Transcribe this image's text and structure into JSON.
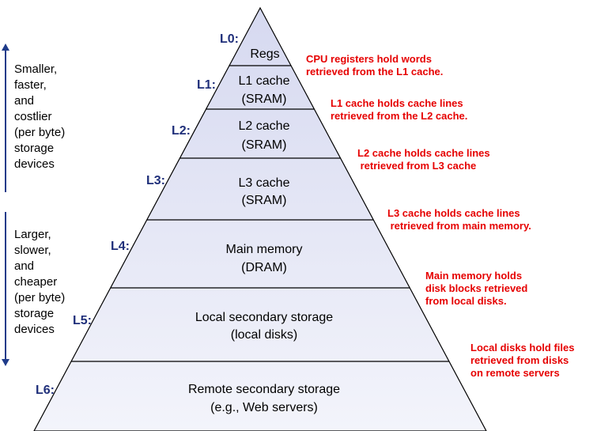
{
  "levels": [
    {
      "label": "L0:",
      "name": "Regs",
      "tech": ""
    },
    {
      "label": "L1:",
      "name": "L1 cache",
      "tech": "(SRAM)"
    },
    {
      "label": "L2:",
      "name": "L2 cache",
      "tech": "(SRAM)"
    },
    {
      "label": "L3:",
      "name": "L3 cache",
      "tech": "(SRAM)"
    },
    {
      "label": "L4:",
      "name": "Main memory",
      "tech": "(DRAM)"
    },
    {
      "label": "L5:",
      "name": "Local secondary storage",
      "tech": "(local disks)"
    },
    {
      "label": "L6:",
      "name": "Remote secondary storage",
      "tech": "(e.g., Web servers)"
    }
  ],
  "notes": [
    {
      "text": "CPU registers hold words\nretrieved from the L1 cache."
    },
    {
      "text": "L1 cache holds cache lines\nretrieved from the L2 cache."
    },
    {
      "text": "L2 cache holds cache lines\n retrieved from L3 cache"
    },
    {
      "text": "L3 cache holds cache lines\n retrieved from main memory."
    },
    {
      "text": "Main memory holds\ndisk blocks retrieved\nfrom local disks."
    },
    {
      "text": "Local disks hold files\nretrieved from disks\non remote servers"
    }
  ],
  "side": {
    "top": "Smaller,\nfaster,\nand\ncostlier\n(per byte)\nstorage\ndevices",
    "bottom": "Larger,\nslower,\nand\ncheaper\n(per byte)\nstorage\ndevices"
  },
  "colors": {
    "fill_top": "#d6d9f0",
    "fill_bottom": "#f3f4fb",
    "outline": "#000000",
    "label": "#1f2f7a",
    "note": "#e60000",
    "arrow": "#1f3b8a"
  }
}
